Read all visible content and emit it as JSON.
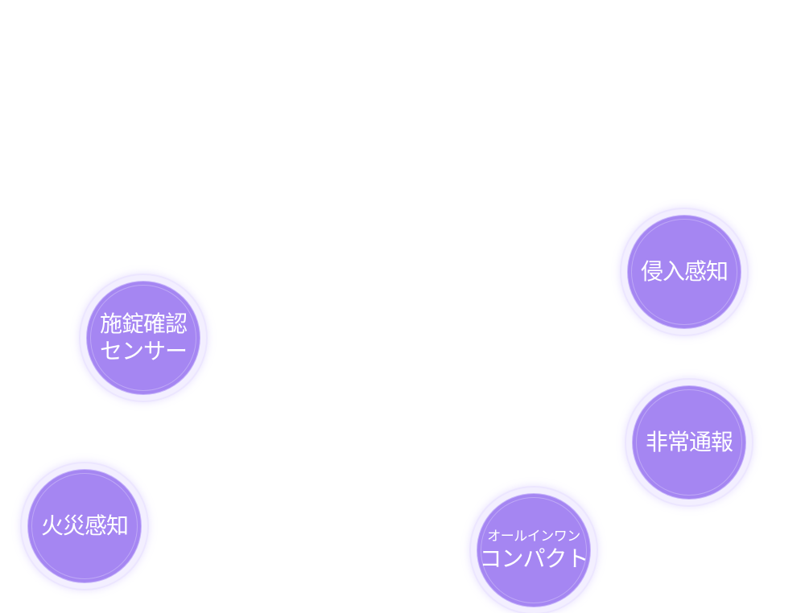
{
  "features": {
    "lock_sensor": {
      "line1": "施錠確認",
      "line2": "センサー"
    },
    "intrusion": {
      "label": "侵入感知"
    },
    "emergency": {
      "label": "非常通報"
    },
    "fire": {
      "label": "火災感知"
    },
    "all_in_one": {
      "small": "オールインワン",
      "main": "コンパクト"
    }
  },
  "colors": {
    "disc": "#a586f2",
    "halo": "#f3efff",
    "text": "#ffffff",
    "background": "#ffffff"
  }
}
